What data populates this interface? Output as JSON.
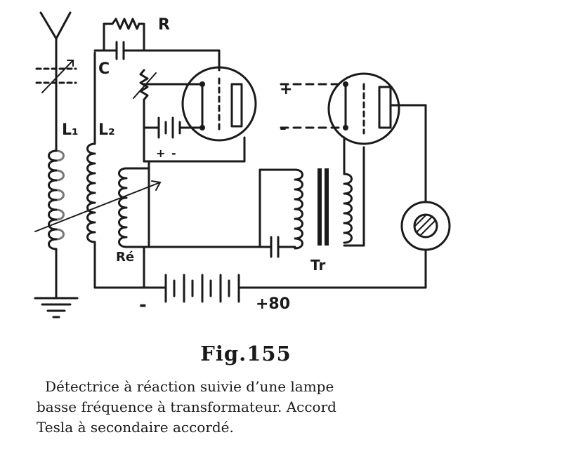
{
  "diagram": {
    "labels": {
      "resistor": "R",
      "capacitor": "C",
      "coil_primary": "L₁",
      "coil_secondary": "L₂",
      "reaction_coil": "Ré",
      "transformer": "Tr",
      "battery_minus": "-",
      "battery_plus": "+80",
      "filament_plus": "+",
      "filament_minus": "-",
      "input_plus": "+",
      "input_minus": "-"
    }
  },
  "figure": {
    "title": "Fig.155",
    "caption_lines": [
      "Détectrice à réaction suivie d’une lampe",
      "basse fréquence à transformateur. Accord",
      "Tesla à secondaire accordé."
    ]
  }
}
